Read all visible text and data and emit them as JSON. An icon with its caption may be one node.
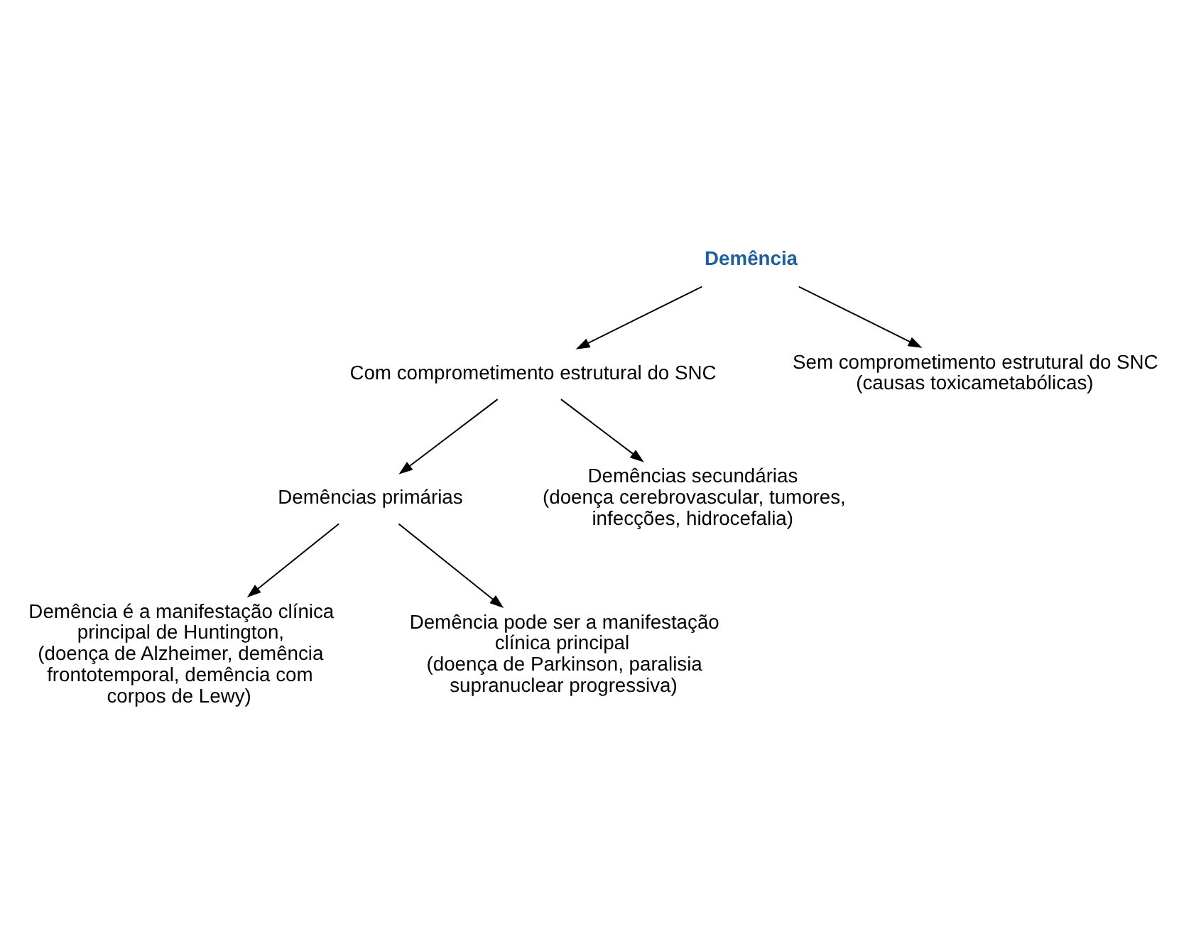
{
  "diagram": {
    "nodes": [
      {
        "text": [
          "Demência"
        ]
      },
      {
        "text": [
          "Com comprometimento estrutural do SNC"
        ]
      },
      {
        "text": [
          "Sem comprometimento estrutural do SNC",
          "(causas toxicametabólicas)"
        ]
      },
      {
        "text": [
          "Demências primárias"
        ]
      },
      {
        "text": [
          "Demências secundárias",
          "(doença cerebrovascular, tumores, infecções, hidrocefalia)"
        ]
      },
      {
        "text": [
          "Demência é a manifestação clínica principal de Huntington,",
          "(doença de Alzheimer, demência frontotemporal, demência com corpos de Lewy)"
        ]
      },
      {
        "text": [
          "Demência pode ser a manifestação clínica principal",
          "(doença de Parkinson, paralisia supranuclear progressiva)"
        ]
      }
    ],
    "edges": [
      {
        "from": 0,
        "to": 1,
        "arrow": "to"
      },
      {
        "from": 0,
        "to": 2,
        "arrow": "to"
      },
      {
        "from": 1,
        "to": 3,
        "arrow": "to"
      },
      {
        "from": 1,
        "to": 4,
        "arrow": "to"
      },
      {
        "from": 3,
        "to": 5,
        "arrow": "to"
      },
      {
        "from": 3,
        "to": 6,
        "arrow": "to"
      }
    ]
  }
}
